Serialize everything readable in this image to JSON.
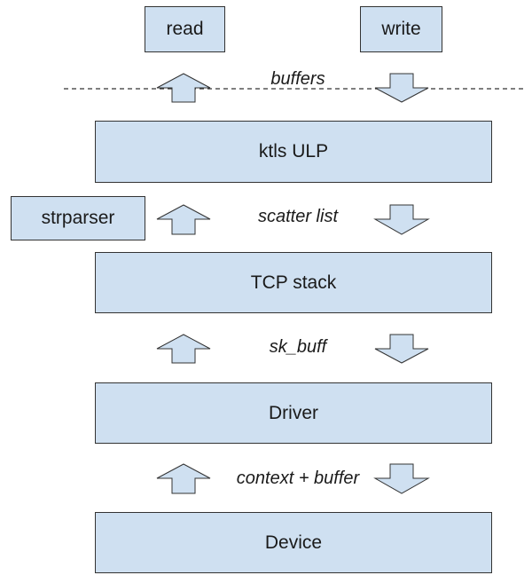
{
  "boxes": {
    "read": "read",
    "write": "write",
    "ktls": "ktls ULP",
    "strparser": "strparser",
    "tcp": "TCP stack",
    "driver": "Driver",
    "device": "Device"
  },
  "labels": {
    "buffers": "buffers",
    "scatter": "scatter list",
    "skbuff": "sk_buff",
    "context": "context + buffer"
  },
  "colors": {
    "box_fill": "#cfe0f1",
    "border": "#333333"
  }
}
